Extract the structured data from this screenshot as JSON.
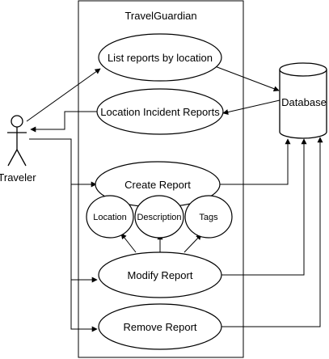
{
  "system": {
    "title": "TravelGuardian"
  },
  "actors": {
    "traveler": "Traveler"
  },
  "datastores": {
    "database": "Database"
  },
  "use_cases": {
    "list_reports": "List reports by location",
    "location_incident_reports": "Location Incident Reports",
    "create_report": "Create Report",
    "location": "Location",
    "description": "Description",
    "tags": "Tags",
    "modify_report": "Modify Report",
    "remove_report": "Remove Report"
  },
  "colors": {
    "stroke": "#000000",
    "background": "#ffffff",
    "text": "#000000"
  }
}
